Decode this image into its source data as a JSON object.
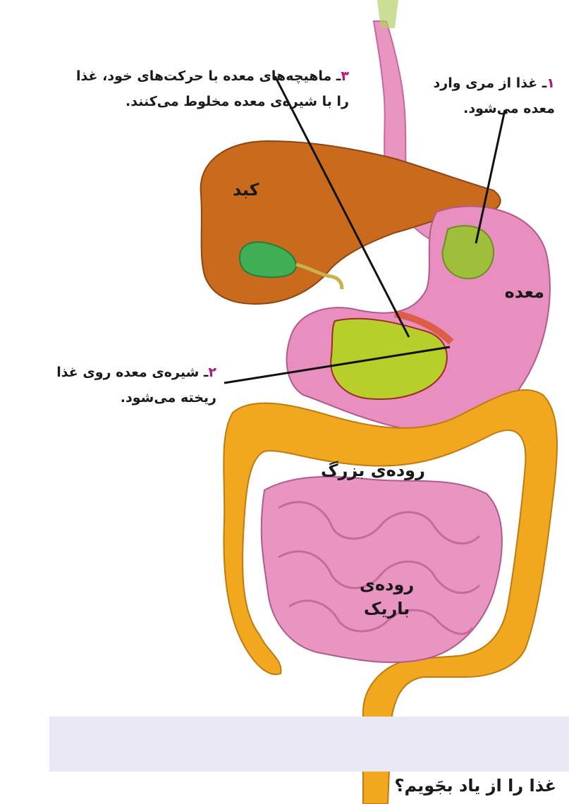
{
  "colors": {
    "accent_number": "#b0187f",
    "liver": "#c96a1d",
    "stomach": "#e98fbf",
    "large_intestine": "#f1a81f",
    "small_intestine": "#e995c2",
    "gallbladder": "#3fae55",
    "band": "#ebe8f5"
  },
  "annotations": [
    {
      "id": "step3",
      "number": "۳",
      "lines": [
        "ـ ماهیچه‌های معده با حرکت‌های خود، غذا",
        "را با شیره‌ی معده مخلوط می‌کنند."
      ]
    },
    {
      "id": "step1",
      "number": "۱",
      "lines": [
        "ـ غذا از مری وارد",
        "معده می‌شود."
      ]
    },
    {
      "id": "step2",
      "number": "۲",
      "lines": [
        "ـ شیره‌ی معده روی غذا",
        "ریخته می‌شود."
      ]
    }
  ],
  "organs": {
    "liver": "کبد",
    "stomach": "معده",
    "large_intestine": "روده‌ی بزرگ",
    "small_intestine_line1": "روده‌ی",
    "small_intestine_line2": "باریک"
  },
  "bottom_title": "غذا را از یاد بجَویم؟"
}
